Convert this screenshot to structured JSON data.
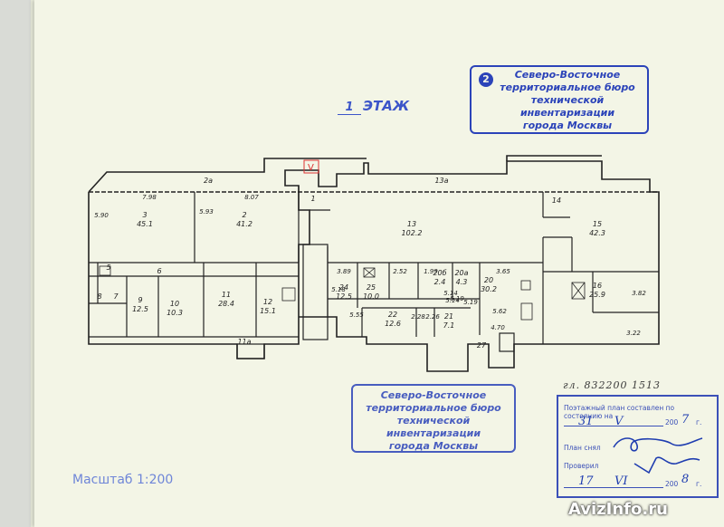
{
  "floor_heading": {
    "number": "1",
    "label": "ЭТАЖ"
  },
  "stamp_top": {
    "number": "2",
    "lines": [
      "Северо-Восточное",
      "территориальное бюро",
      "технической инвентаризации",
      "города Москвы"
    ]
  },
  "stamp_bottom": {
    "lines": [
      "Северо-Восточное",
      "территориальное бюро",
      "технической инвентаризации",
      "города Москвы"
    ]
  },
  "scale_label": "Масштаб 1:200",
  "plan_code": "гл. 832200 1513",
  "info_table": {
    "title": "Поэтажный план составлен по состоянию на",
    "date1_day": "31",
    "date1_month": "V",
    "date1_year_prefix": "200",
    "date1_year": "7",
    "year_suffix": "г.",
    "removed_label": "План снял",
    "checked_label": "Проверил",
    "date2_day": "17",
    "date2_month": "VI",
    "date2_year_prefix": "200",
    "date2_year": "8"
  },
  "rooms": [
    {
      "num": "1",
      "area": ""
    },
    {
      "num": "2",
      "area": "41.2"
    },
    {
      "num": "2а",
      "area": ""
    },
    {
      "num": "3",
      "area": "45.1"
    },
    {
      "num": "5",
      "area": ""
    },
    {
      "num": "6",
      "area": ""
    },
    {
      "num": "7",
      "area": ""
    },
    {
      "num": "8",
      "area": ""
    },
    {
      "num": "9",
      "area": "12.5"
    },
    {
      "num": "10",
      "area": "10.3"
    },
    {
      "num": "11",
      "area": "28.4"
    },
    {
      "num": "11а",
      "area": ""
    },
    {
      "num": "12",
      "area": "15.1"
    },
    {
      "num": "13",
      "area": "102.2"
    },
    {
      "num": "13а",
      "area": ""
    },
    {
      "num": "14",
      "area": ""
    },
    {
      "num": "15",
      "area": "42.3"
    },
    {
      "num": "16",
      "area": "25.9"
    },
    {
      "num": "20",
      "area": "30.2"
    },
    {
      "num": "20а",
      "area": "4.3"
    },
    {
      "num": "20б",
      "area": "2.4"
    },
    {
      "num": "21",
      "area": "7.1"
    },
    {
      "num": "22",
      "area": "12.6"
    },
    {
      "num": "24",
      "area": "12.5"
    },
    {
      "num": "25",
      "area": "10.0"
    },
    {
      "num": "27",
      "area": ""
    }
  ],
  "dimensions": [
    "7.98",
    "8.07",
    "5.90",
    "5.93",
    "3.89",
    "2.52",
    "1.99",
    "3.65",
    "5.18",
    "5.55",
    "5.19",
    "5.14",
    "4.70",
    "2.28",
    "2.26",
    "5.62",
    "3.22",
    "3.82",
    "5.19",
    "5.14"
  ],
  "watermark": "AvizInfo.ru",
  "colors": {
    "stamp": "#2b43b9",
    "paper": "#f3f5e6",
    "line": "#222222"
  }
}
